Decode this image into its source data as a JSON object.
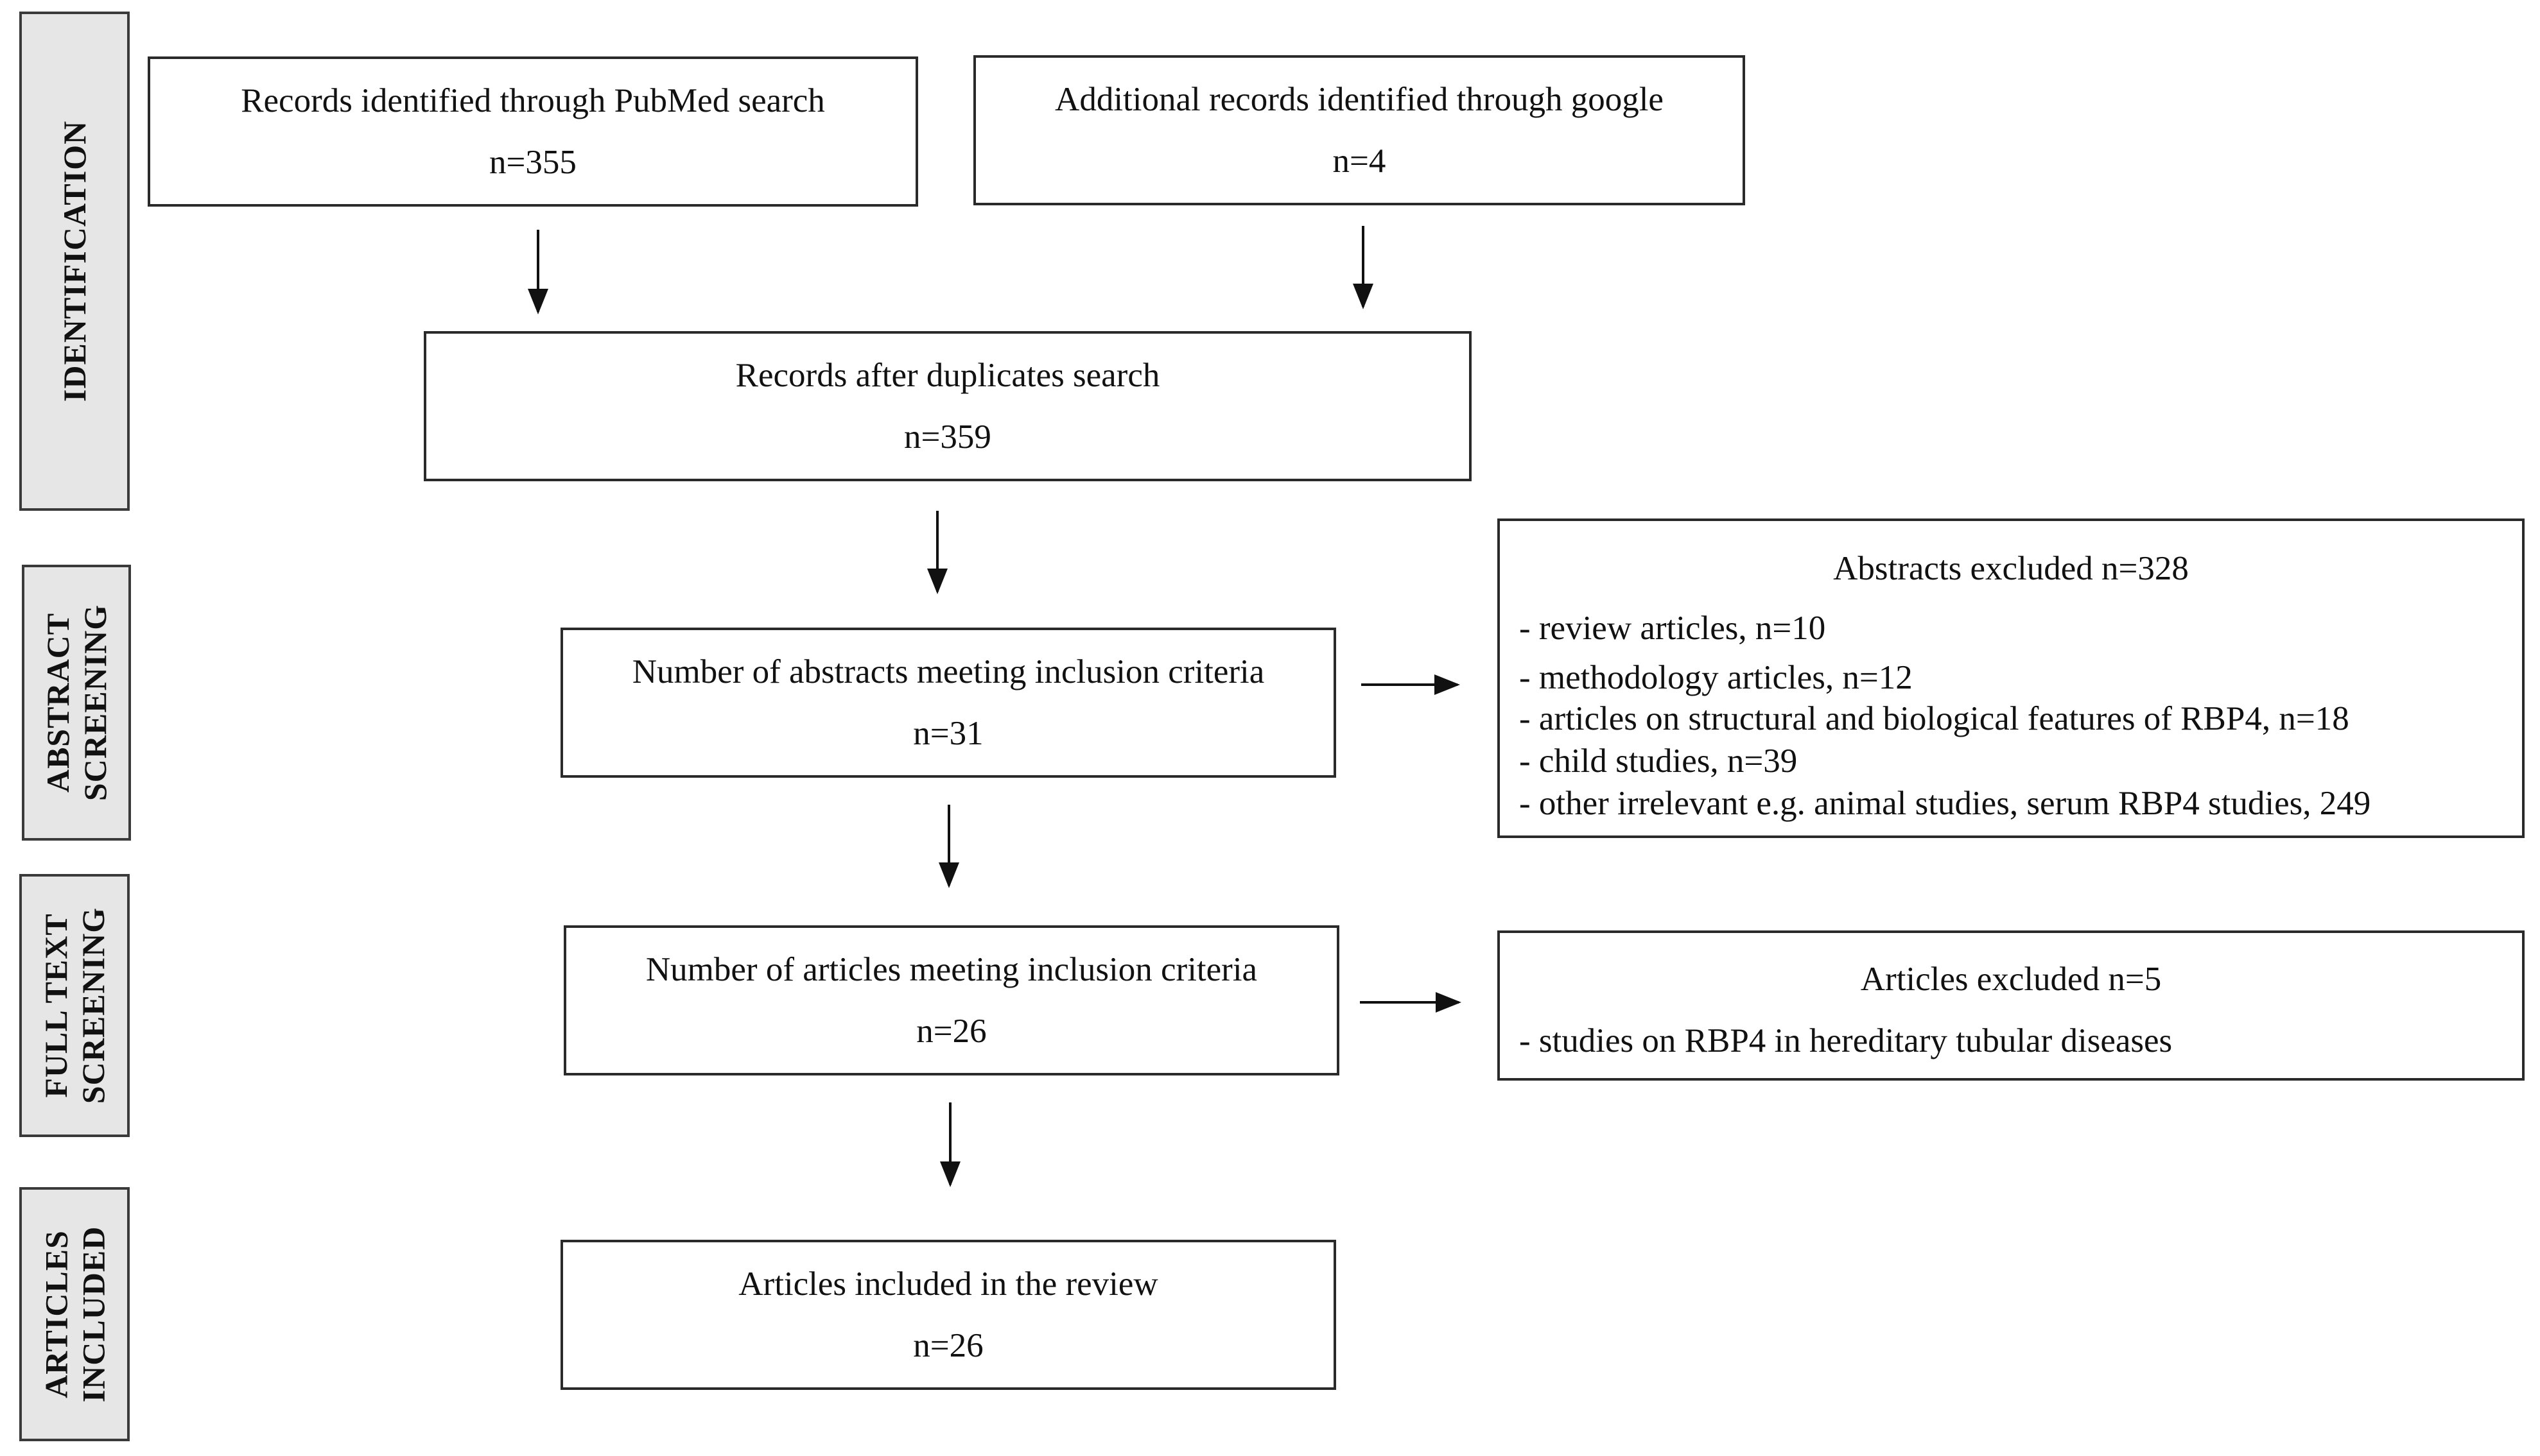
{
  "stages": {
    "identification": "IDENTIFICATION",
    "abstract_screening": "ABSTRACT\nSCREENING",
    "full_text_screening": "FULL TEXT\nSCREENING",
    "articles_included": "ARTICLES\nINCLUDED"
  },
  "boxes": {
    "pubmed": {
      "title": "Records identified through PubMed search",
      "count": "n=355"
    },
    "google": {
      "title": "Additional records identified through google",
      "count": "n=4"
    },
    "after_duplicates": {
      "title": "Records after duplicates search",
      "count": "n=359"
    },
    "abstracts_meeting": {
      "title": "Number of abstracts meeting inclusion criteria",
      "count": "n=31"
    },
    "articles_meeting": {
      "title": "Number of articles meeting inclusion criteria",
      "count": "n=26"
    },
    "included": {
      "title": "Articles included in the review",
      "count": "n=26"
    }
  },
  "abstracts_excluded": {
    "title": "Abstracts excluded n=328",
    "items": [
      "- review articles, n=10",
      "- methodology articles, n=12",
      "- articles on structural and biological features of RBP4, n=18",
      "- child studies, n=39",
      "- other irrelevant e.g. animal studies, serum RBP4 studies, 249"
    ]
  },
  "articles_excluded": {
    "title": "Articles excluded n=5",
    "items": [
      "- studies on RBP4 in hereditary tubular diseases"
    ]
  }
}
